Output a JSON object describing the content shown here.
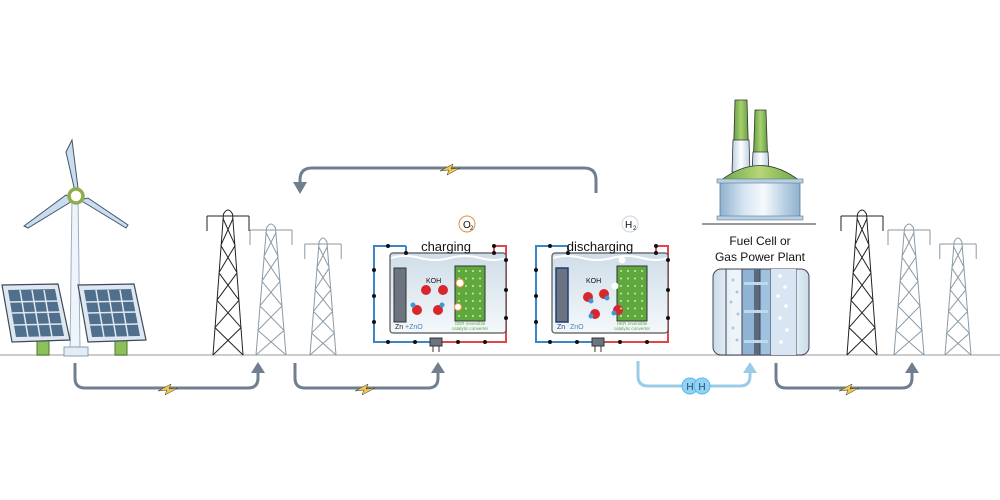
{
  "diagram": {
    "title": "Renewable energy storage with Zn/KOH cell and hydrogen generation",
    "battery_charging": {
      "label": "charging",
      "gas": "O",
      "gas_sub": "2",
      "electrolyte": "KOH",
      "anode_label": "Zn",
      "product_label": "+ZnO",
      "catalyst_line1": "OER reversible",
      "catalyst_line2": "catalytic converter"
    },
    "battery_discharging": {
      "label": "discharging",
      "gas": "H",
      "gas_sub": "2",
      "electrolyte": "KOH",
      "anode_label": "Zn",
      "product_label": "ZnO",
      "catalyst_line1": "HER reversible",
      "catalyst_line2": "catalytic converter"
    },
    "power_plant": {
      "line1": "Fuel Cell or",
      "line2": "Gas Power Plant"
    },
    "hydrogen_molecule": {
      "atom1": "H",
      "atom2": "H"
    },
    "colors": {
      "arrow": "#6f7f90",
      "hydrogen_arrow": "#9ccbe8",
      "lightning": "#f2c94c",
      "wire_negative": "#3a86c8",
      "wire_positive": "#e0474c",
      "catalyst": "#5ea83e",
      "solar_cell": "#4f6f8c",
      "chimney_green": "#6fb04a",
      "ground": "#c8c8c8"
    }
  }
}
